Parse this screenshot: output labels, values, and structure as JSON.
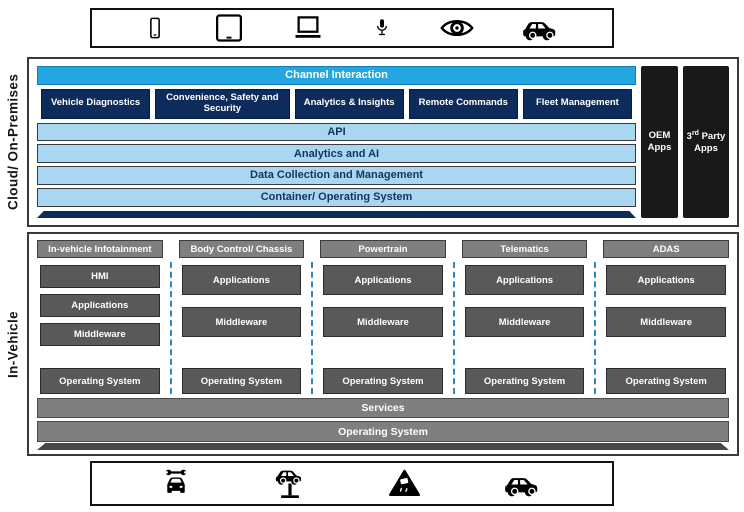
{
  "labels": {
    "cloud_section": "Cloud/ On-Premises",
    "vehicle_section": "In-Vehicle"
  },
  "cloud": {
    "channel_bar": "Channel Interaction",
    "service_boxes": [
      "Vehicle Diagnostics",
      "Convenience, Safety and Security",
      "Analytics & Insights",
      "Remote Commands",
      "Fleet Management"
    ],
    "platform_layers": [
      "API",
      "Analytics and AI",
      "Data Collection and Management",
      "Container/ Operating System"
    ],
    "oem_apps": "OEM Apps",
    "third_party": {
      "num": "3",
      "sup": "rd",
      "rest": " Party Apps"
    }
  },
  "vehicle": {
    "columns": [
      {
        "header": "In-vehicle Infotainment",
        "boxes": [
          "HMI",
          "Applications",
          "Middleware",
          "Operating System"
        ]
      },
      {
        "header": "Body Control/ Chassis",
        "boxes": [
          "Applications",
          "Middleware",
          "Operating System"
        ]
      },
      {
        "header": "Powertrain",
        "boxes": [
          "Applications",
          "Middleware",
          "Operating System"
        ]
      },
      {
        "header": "Telematics",
        "boxes": [
          "Applications",
          "Middleware",
          "Operating System"
        ]
      },
      {
        "header": "ADAS",
        "boxes": [
          "Applications",
          "Middleware",
          "Operating System"
        ]
      }
    ],
    "bottom_bars": [
      "Services",
      "Operating System"
    ]
  },
  "icons": {
    "top": [
      "smartphone",
      "tablet",
      "laptop",
      "microphone",
      "eye",
      "car"
    ],
    "bottom": [
      "car-service",
      "car-lift",
      "skid-warning",
      "car"
    ]
  },
  "colors": {
    "bright_blue": "#24a7e0",
    "navy": "#0d2b5b",
    "light_blue": "#a9d7f2",
    "black_box": "#191919",
    "gray_header": "#7f7f7f",
    "gray_box": "#595959",
    "dashed_divider": "#2e86c8"
  }
}
